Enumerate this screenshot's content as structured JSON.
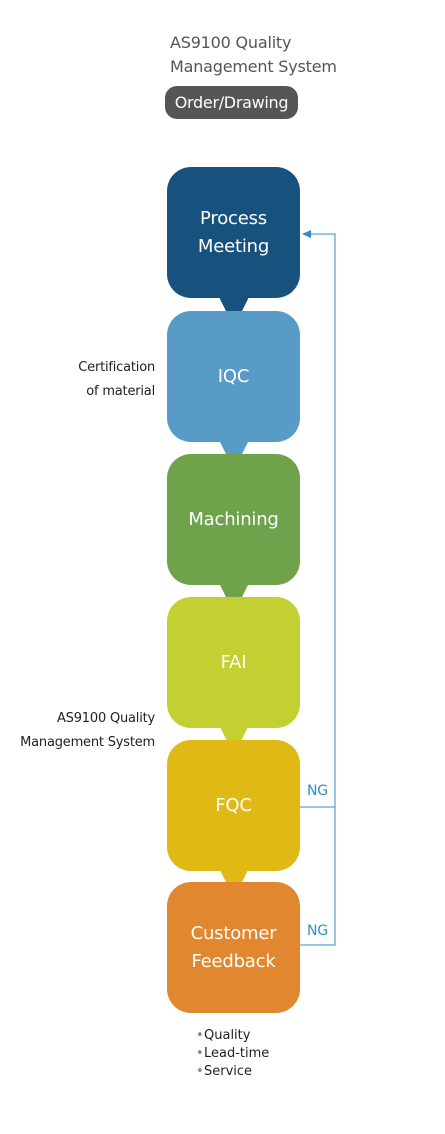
{
  "header": {
    "title": "AS9100 Quality\nManagement System",
    "pill": "Order/Drawing"
  },
  "steps": [
    {
      "label": "Process\nMeeting",
      "color": "#17527e"
    },
    {
      "label": "IQC",
      "color": "#589bc6"
    },
    {
      "label": "Machining",
      "color": "#6ea24b"
    },
    {
      "label": "FAI",
      "color": "#c4d032"
    },
    {
      "label": "FQC",
      "color": "#e0b914"
    },
    {
      "label": "Customer\nFeedback",
      "color": "#e0872f"
    }
  ],
  "side_notes": [
    "Certification\nof material",
    "AS9100 Quality\nManagement System"
  ],
  "feedback": {
    "labels": [
      "NG",
      "NG"
    ],
    "line_color": "#2f8fc4"
  },
  "bullets": [
    "Quality",
    "Lead-time",
    "Service"
  ]
}
